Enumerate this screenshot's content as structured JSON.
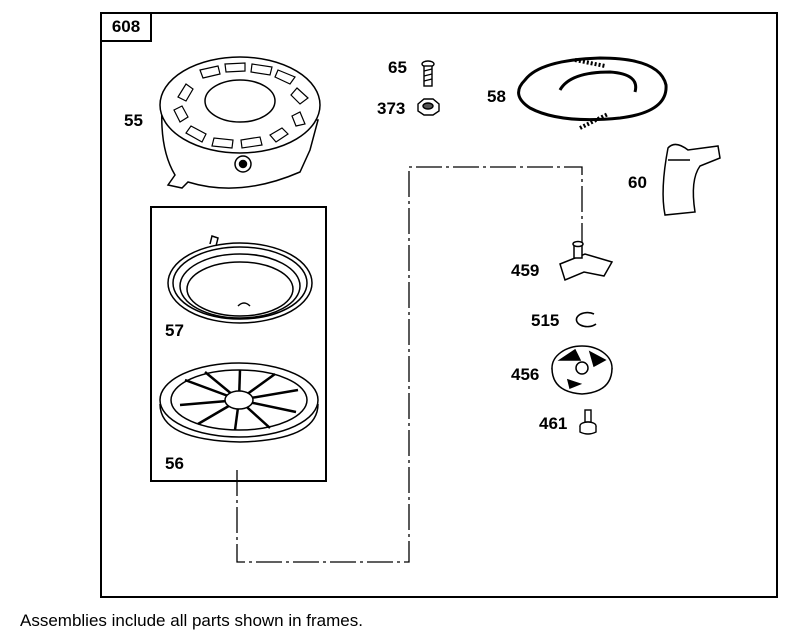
{
  "diagram": {
    "assembly_number": "608",
    "part_labels": {
      "p55": "55",
      "p65": "65",
      "p373": "373",
      "p58": "58",
      "p60": "60",
      "p459": "459",
      "p515": "515",
      "p456": "456",
      "p461": "461",
      "p57": "57",
      "p56": "56"
    },
    "footnote": "Assemblies include all parts shown in frames."
  }
}
